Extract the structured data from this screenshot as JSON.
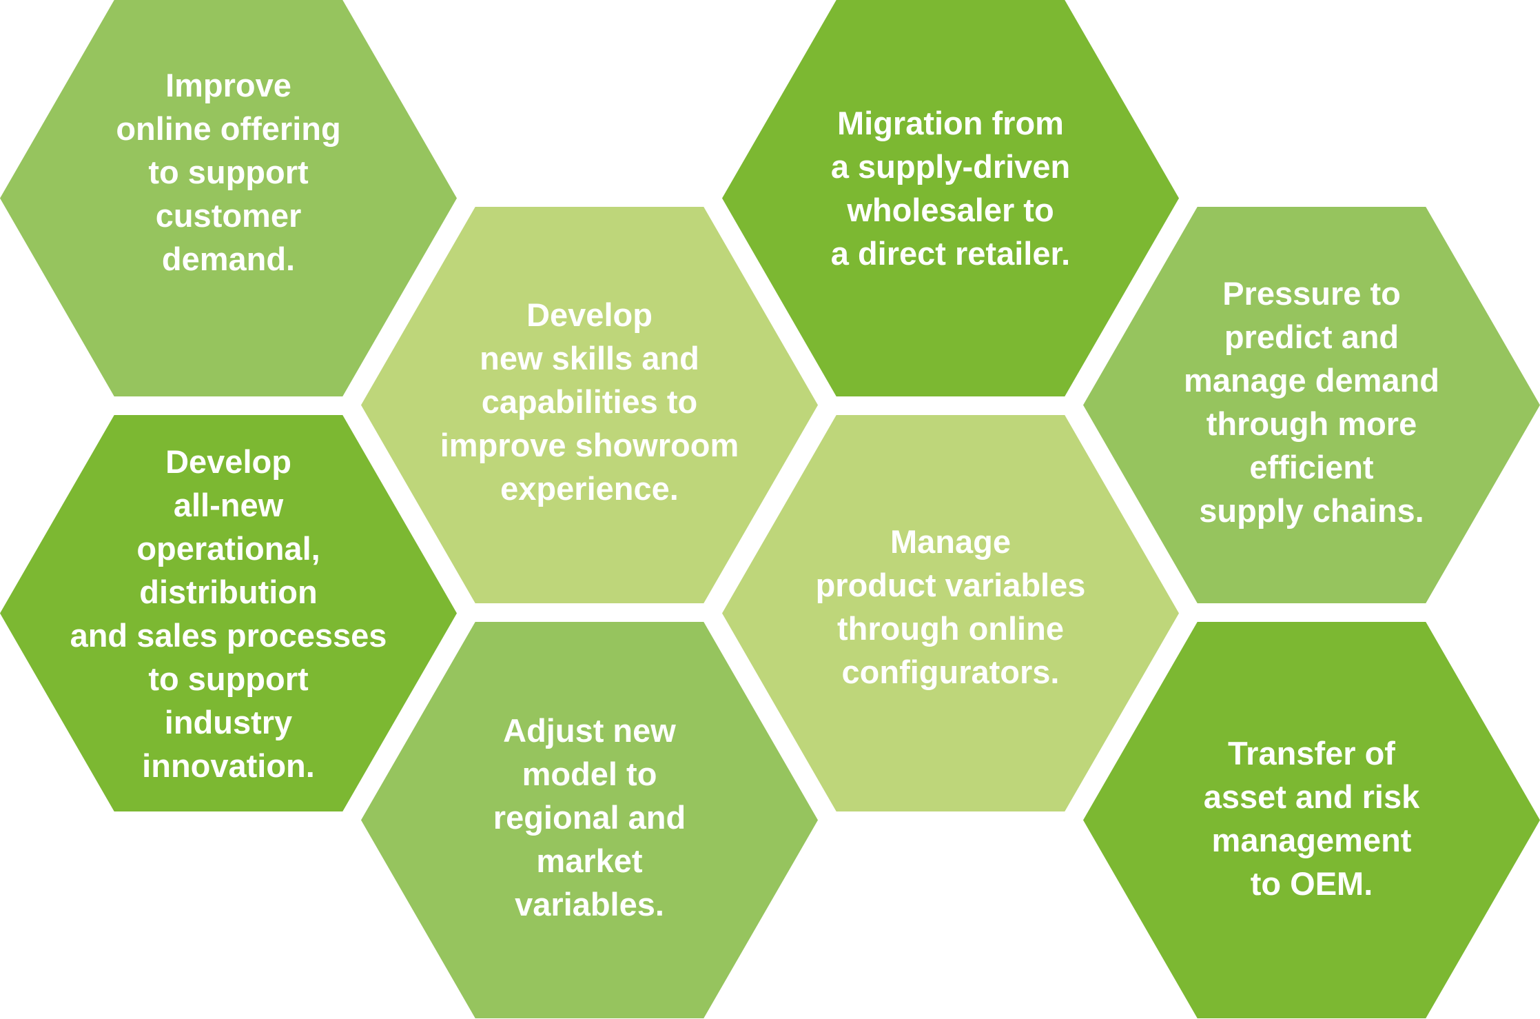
{
  "hexagons": [
    {
      "text": "Improve\nonline offering\nto support\ncustomer\ndemand.",
      "color": "#96c45e"
    },
    {
      "text": "Develop\nnew skills and\ncapabilities to\nimprove showroom\nexperience.",
      "color": "#bed67a"
    },
    {
      "text": "Develop\nall-new\noperational,\ndistribution\nand sales processes\nto support\nindustry\ninnovation.",
      "color": "#7cb832"
    },
    {
      "text": "Adjust new\nmodel to\nregional and\nmarket\nvariables.",
      "color": "#96c45e"
    },
    {
      "text": "Migration from\na supply-driven\nwholesaler to\na direct retailer.",
      "color": "#7cb832"
    },
    {
      "text": "Manage\nproduct variables\nthrough online\nconfigurators.",
      "color": "#bed67a"
    },
    {
      "text": "Pressure to\npredict and\nmanage demand\nthrough more\nefficient\nsupply chains.",
      "color": "#96c45e"
    },
    {
      "text": "Transfer of\nasset and risk\nmanagement\nto OEM.",
      "color": "#7cb832"
    }
  ]
}
